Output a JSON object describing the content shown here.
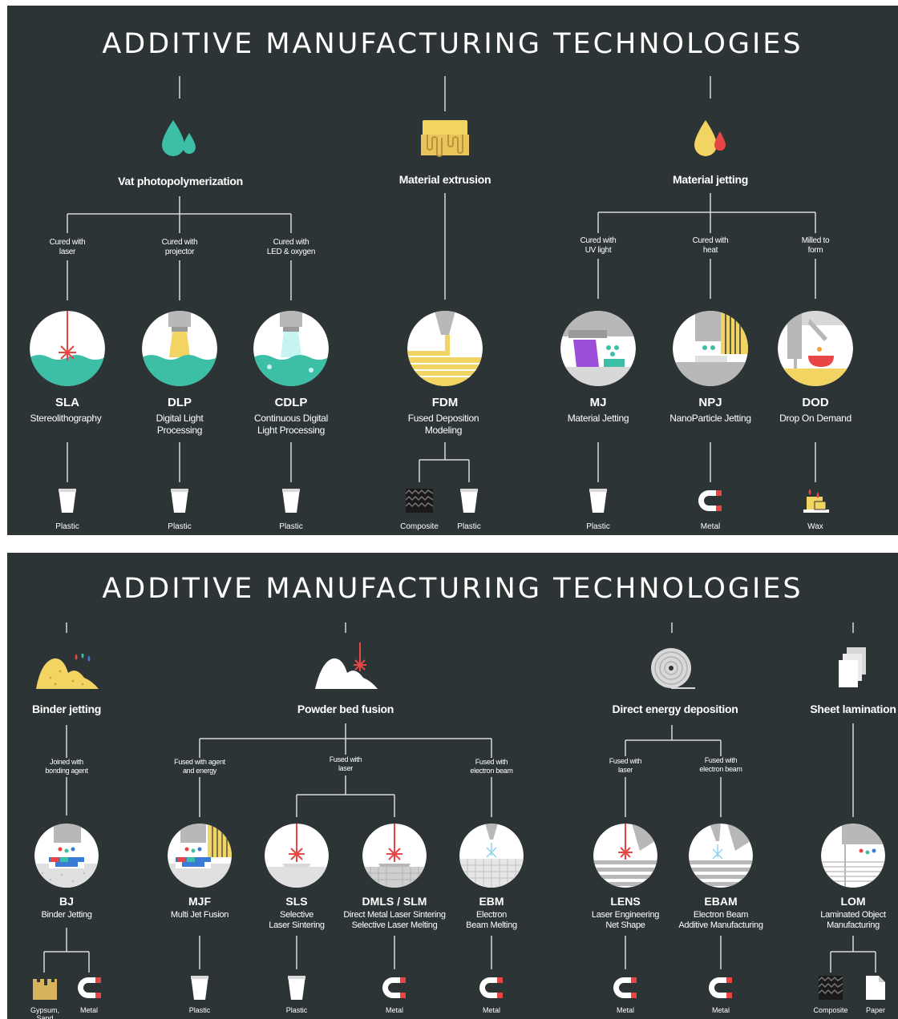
{
  "colors": {
    "background": "#2d3436",
    "line": "#d8d8d8",
    "teal": "#3dbfa7",
    "yellow": "#f2d463",
    "red": "#e84545",
    "purple": "#9b4fd8",
    "gray": "#b8b8b8",
    "white": "#ffffff"
  },
  "panel1": {
    "title": "ADDITIVE MANUFACTURING TECHNOLOGIES",
    "categories": [
      {
        "label": "Vat photopolymerization",
        "icon": "resin-drops-icon"
      },
      {
        "label": "Material extrusion",
        "icon": "extruded-paste-icon"
      },
      {
        "label": "Material jetting",
        "icon": "jetted-drops-icon"
      }
    ],
    "processes": [
      {
        "label": "Cured with\nlaser"
      },
      {
        "label": "Cured with\nprojector"
      },
      {
        "label": "Cured with\nLED & oxygen"
      },
      {
        "label": "Cured with\nUV light"
      },
      {
        "label": "Cured with\nheat"
      },
      {
        "label": "Milled to\nform"
      }
    ],
    "technologies": [
      {
        "abbr": "SLA",
        "full": "Stereolithography",
        "icon": "sla-laser-vat-icon"
      },
      {
        "abbr": "DLP",
        "full": "Digital Light\nProcessing",
        "icon": "dlp-projector-vat-icon"
      },
      {
        "abbr": "CDLP",
        "full": "Continuous Digital\nLight Processing",
        "icon": "cdlp-led-vat-icon"
      },
      {
        "abbr": "FDM",
        "full": "Fused Deposition\nModeling",
        "icon": "fdm-nozzle-icon"
      },
      {
        "abbr": "MJ",
        "full": "Material Jetting",
        "icon": "mj-printhead-icon"
      },
      {
        "abbr": "NPJ",
        "full": "NanoParticle Jetting",
        "icon": "npj-printhead-icon"
      },
      {
        "abbr": "DOD",
        "full": "Drop On Demand",
        "icon": "dod-printhead-icon"
      }
    ],
    "materials": [
      {
        "label": "Plastic",
        "icon": "plastic-cup-icon"
      },
      {
        "label": "Plastic",
        "icon": "plastic-cup-icon"
      },
      {
        "label": "Plastic",
        "icon": "plastic-cup-icon"
      },
      {
        "label": "Composite",
        "icon": "composite-block-icon"
      },
      {
        "label": "Plastic",
        "icon": "plastic-cup-icon"
      },
      {
        "label": "Plastic",
        "icon": "plastic-cup-icon"
      },
      {
        "label": "Metal",
        "icon": "magnet-icon"
      },
      {
        "label": "Wax",
        "icon": "candle-icon"
      }
    ]
  },
  "panel2": {
    "title": "ADDITIVE MANUFACTURING TECHNOLOGIES",
    "categories": [
      {
        "label": "Binder jetting",
        "icon": "powder-pile-drops-icon"
      },
      {
        "label": "Powder bed fusion",
        "icon": "powder-pile-laser-icon"
      },
      {
        "label": "Direct energy deposition",
        "icon": "wire-spool-icon"
      },
      {
        "label": "Sheet lamination",
        "icon": "paper-sheets-icon"
      }
    ],
    "processes": [
      {
        "label": "Joined with\nbonding agent"
      },
      {
        "label": "Fused with agent\nand energy"
      },
      {
        "label": "Fused with\nlaser"
      },
      {
        "label": "Fused with\nelectron beam"
      },
      {
        "label": "Fused with\nlaser"
      },
      {
        "label": "Fused with\nelectron beam"
      }
    ],
    "technologies": [
      {
        "abbr": "BJ",
        "full": "Binder Jetting",
        "icon": "bj-printhead-icon"
      },
      {
        "abbr": "MJF",
        "full": "Multi Jet Fusion",
        "icon": "mjf-printhead-icon"
      },
      {
        "abbr": "SLS",
        "full": "Selective\nLaser Sintering",
        "icon": "sls-laser-bed-icon"
      },
      {
        "abbr": "DMLS / SLM",
        "full": "Direct Metal Laser Sintering\nSelective Laser Melting",
        "icon": "dmls-laser-bed-icon"
      },
      {
        "abbr": "EBM",
        "full": "Electron\nBeam Melting",
        "icon": "ebm-beam-bed-icon"
      },
      {
        "abbr": "LENS",
        "full": "Laser Engineering\nNet Shape",
        "icon": "lens-laser-nozzle-icon"
      },
      {
        "abbr": "EBAM",
        "full": "Electron Beam\nAdditive Manufacturing",
        "icon": "ebam-beam-nozzle-icon"
      },
      {
        "abbr": "LOM",
        "full": "Laminated Object\nManufacturing",
        "icon": "lom-sheet-stack-icon"
      }
    ],
    "materials": [
      {
        "label": "Gypsum,\nSand",
        "icon": "sandcastle-icon"
      },
      {
        "label": "Metal",
        "icon": "magnet-icon"
      },
      {
        "label": "Plastic",
        "icon": "plastic-cup-icon"
      },
      {
        "label": "Plastic",
        "icon": "plastic-cup-icon"
      },
      {
        "label": "Metal",
        "icon": "magnet-icon"
      },
      {
        "label": "Metal",
        "icon": "magnet-icon"
      },
      {
        "label": "Metal",
        "icon": "magnet-icon"
      },
      {
        "label": "Metal",
        "icon": "magnet-icon"
      },
      {
        "label": "Composite",
        "icon": "composite-block-icon"
      },
      {
        "label": "Paper",
        "icon": "paper-sheet-icon"
      }
    ]
  }
}
